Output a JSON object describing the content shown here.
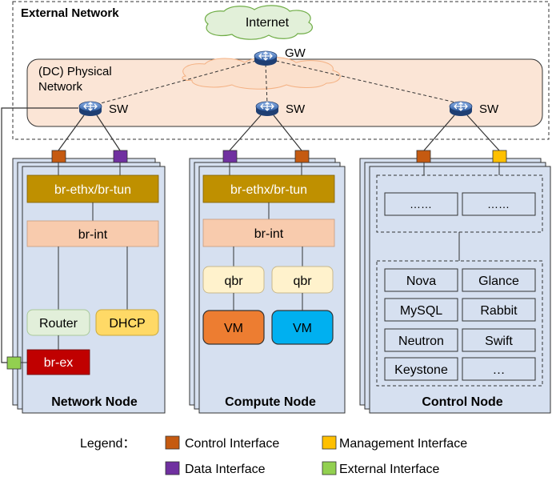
{
  "external_network": {
    "title": "External Network"
  },
  "internet": {
    "label": "Internet"
  },
  "gateway": {
    "label": "GW"
  },
  "physical_network": {
    "label_line1": "(DC) Physical",
    "label_line2": "Network"
  },
  "switches": {
    "left": "SW",
    "middle": "SW",
    "right": "SW"
  },
  "network_node": {
    "title": "Network Node",
    "bridge_tun": "br-ethx/br-tun",
    "bridge_int": "br-int",
    "router": "Router",
    "dhcp": "DHCP",
    "bridge_ex": "br-ex"
  },
  "compute_node": {
    "title": "Compute Node",
    "bridge_tun": "br-ethx/br-tun",
    "bridge_int": "br-int",
    "qbr_left": "qbr",
    "qbr_right": "qbr",
    "vm_left": "VM",
    "vm_right": "VM"
  },
  "control_node": {
    "title": "Control Node",
    "top_left": "……",
    "top_right": "……",
    "services": [
      "Nova",
      "Glance",
      "MySQL",
      "Rabbit",
      "Neutron",
      "Swift",
      "Keystone",
      "…"
    ]
  },
  "legend": {
    "title": "Legend：",
    "control": "Control Interface",
    "management": "Management Interface",
    "data": "Data Interface",
    "external": "External Interface"
  },
  "colors": {
    "control": "#c55a11",
    "management": "#ffc000",
    "data": "#7030a0",
    "external": "#92d050",
    "node_bg": "#d6e0f0",
    "bridge_tun": "#bf9000",
    "bridge_int": "#f8cbad",
    "br_ex": "#c00000",
    "vm_orange": "#ed7d31",
    "vm_blue": "#00b0f0",
    "qbr": "#fff2cc",
    "router": "#e2efda",
    "dhcp": "#ffd966",
    "physical_network": "#fbe5d6",
    "internet_cloud": "#e2f0d9"
  }
}
